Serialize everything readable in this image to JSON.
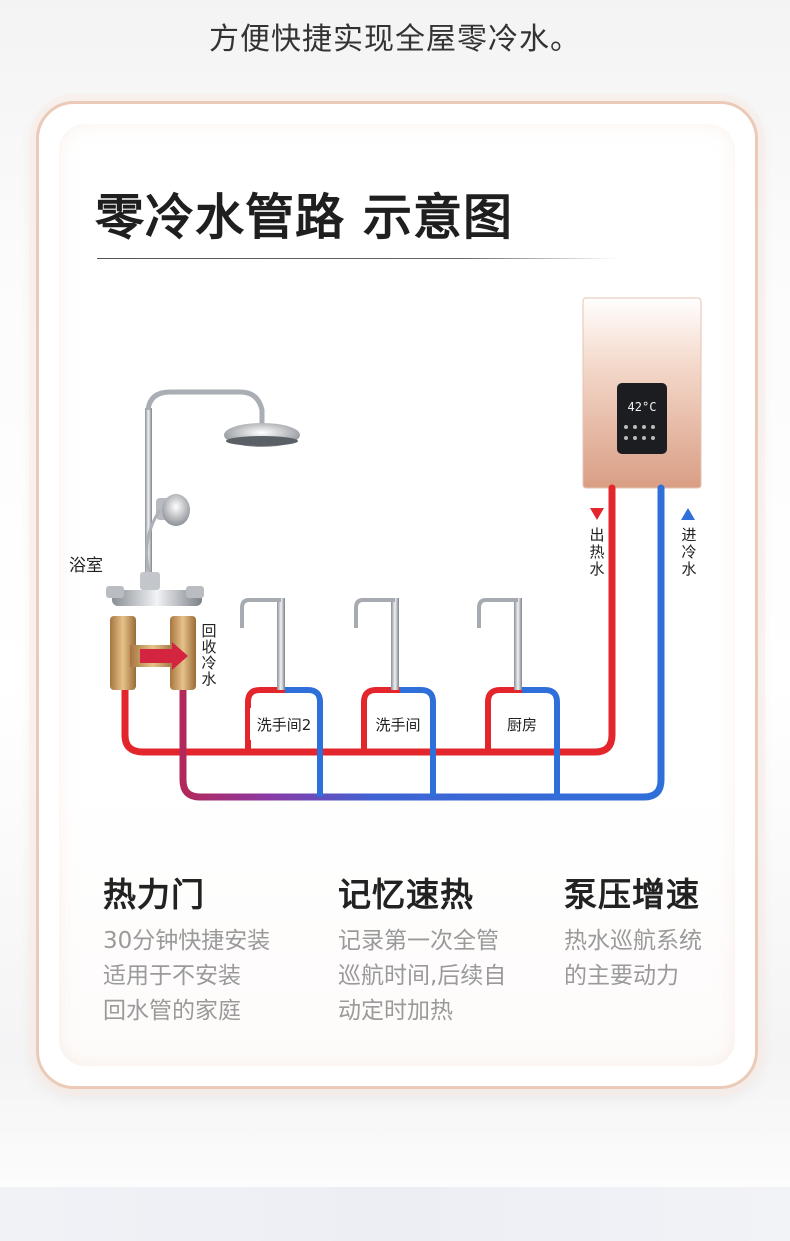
{
  "intro_text": "方便快捷实现全屋零冷水。",
  "title": "零冷水管路 示意图",
  "diagram": {
    "heater_display": "42°C",
    "labels": {
      "bathroom": "浴室",
      "hot_out": "出热水",
      "cold_in": "进冷水",
      "return_cold": "回收冷水",
      "sink_1": "洗手间2",
      "sink_2": "洗手间",
      "sink_3": "厨房"
    },
    "colors": {
      "hot_pipe": "#e3262c",
      "cold_pipe": "#2f6fd9",
      "return_pipe": "#7a3ea8",
      "heater_body": "#e8b9a2",
      "card_border": "#eccab8"
    }
  },
  "features": [
    {
      "title": "热力门",
      "lines": [
        "30分钟快捷安装",
        "适用于不安装",
        "回水管的家庭"
      ]
    },
    {
      "title": "记忆速热",
      "lines": [
        "记录第一次全管",
        "巡航时间,后续自",
        "动定时加热"
      ]
    },
    {
      "title": "泵压增速",
      "lines": [
        "热水巡航系统",
        "的主要动力"
      ]
    }
  ]
}
